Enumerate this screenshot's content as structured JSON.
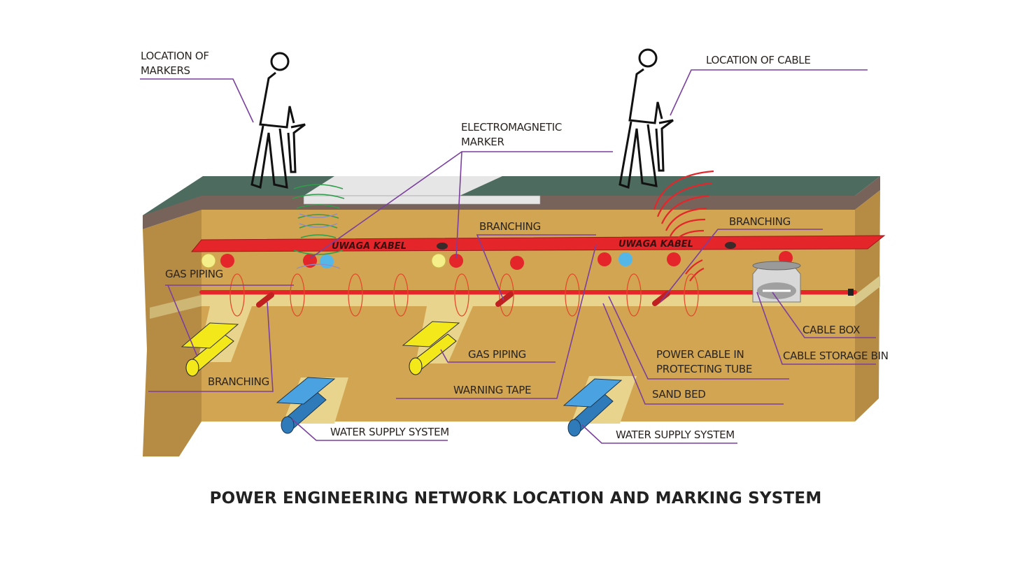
{
  "title": "POWER ENGINEERING NETWORK LOCATION AND MARKING SYSTEM",
  "colors": {
    "turf": "#4e6b5f",
    "topsoil": "#77635a",
    "soil": "#d1a551",
    "soil_side": "#b68c45",
    "sand": "#e9d48e",
    "cable": "#e4262b",
    "gas": "#f3e81a",
    "water": "#3b8dc8",
    "leader": "#7b3fa0"
  },
  "labels": {
    "location_of_markers": [
      "LOCATION OF",
      "MARKERS"
    ],
    "location_of_cable": "LOCATION OF CABLE",
    "electromagnetic_marker": [
      "ELECTROMAGNETIC",
      "MARKER"
    ],
    "branching_1": "BRANCHING",
    "branching_2": "BRANCHING",
    "branching_3": "BRANCHING",
    "gas_piping_1": "GAS PIPING",
    "gas_piping_2": "GAS PIPING",
    "warning_tape": "WARNING TAPE",
    "power_cable": [
      "POWER CABLE IN",
      "PROTECTING TUBE"
    ],
    "sand_bed": "SAND BED",
    "cable_box": "CABLE BOX",
    "cable_storage_bin": "CABLE STORAGE BIN",
    "water_supply_1": "WATER SUPPLY SYSTEM",
    "water_supply_2": "WATER SUPPLY SYSTEM"
  },
  "tape_text": [
    "UWAGA KABEL",
    "UWAGA KABEL"
  ],
  "markers": [
    {
      "color": "yellow"
    },
    {
      "color": "red"
    },
    {
      "color": "red"
    },
    {
      "color": "blue"
    },
    {
      "color": "yellow"
    },
    {
      "color": "red"
    },
    {
      "color": "red"
    },
    {
      "color": "red"
    },
    {
      "color": "blue"
    },
    {
      "color": "red"
    },
    {
      "color": "red"
    }
  ]
}
